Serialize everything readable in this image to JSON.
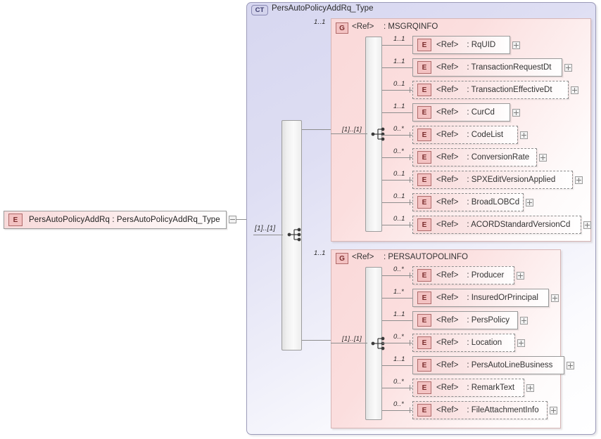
{
  "diagram": {
    "kind": "xsd-schema-diagram",
    "root_element": {
      "badge": "E",
      "label": "PersAutoPolicyAddRq : PersAutoPolicyAddRq_Type",
      "expander": "minus-expander-icon",
      "occurrence": "[1]..[1]"
    },
    "complex_type": {
      "badge": "CT",
      "title": "PersAutoPolicyAddRq_Type",
      "compositor": "sequence-icon"
    },
    "groups": [
      {
        "badge": "G",
        "ref": "<Ref>",
        "name": ": MSGRQINFO",
        "occurrence": "1..1",
        "inner_occurrence": "[1]..[1]",
        "compositor": "sequence-icon",
        "children": [
          {
            "badge": "E",
            "ref": "<Ref>",
            "name": ": RqUID",
            "occurrence": "1..1",
            "optional": false,
            "expander": "plus-expander-icon"
          },
          {
            "badge": "E",
            "ref": "<Ref>",
            "name": ": TransactionRequestDt",
            "occurrence": "1..1",
            "optional": false,
            "expander": "plus-expander-icon"
          },
          {
            "badge": "E",
            "ref": "<Ref>",
            "name": ": TransactionEffectiveDt",
            "occurrence": "0..1",
            "optional": true,
            "expander": "plus-expander-icon"
          },
          {
            "badge": "E",
            "ref": "<Ref>",
            "name": ": CurCd",
            "occurrence": "1..1",
            "optional": false,
            "expander": "plus-expander-icon"
          },
          {
            "badge": "E",
            "ref": "<Ref>",
            "name": ": CodeList",
            "occurrence": "0..*",
            "optional": true,
            "expander": "plus-expander-icon"
          },
          {
            "badge": "E",
            "ref": "<Ref>",
            "name": ": ConversionRate",
            "occurrence": "0..*",
            "optional": true,
            "expander": "plus-expander-icon"
          },
          {
            "badge": "E",
            "ref": "<Ref>",
            "name": ": SPXEditVersionApplied",
            "occurrence": "0..1",
            "optional": true,
            "expander": "plus-expander-icon"
          },
          {
            "badge": "E",
            "ref": "<Ref>",
            "name": ": BroadLOBCd",
            "occurrence": "0..1",
            "optional": true,
            "expander": "plus-expander-icon"
          },
          {
            "badge": "E",
            "ref": "<Ref>",
            "name": ": ACORDStandardVersionCd",
            "occurrence": "0..1",
            "optional": true,
            "expander": "plus-expander-icon"
          }
        ]
      },
      {
        "badge": "G",
        "ref": "<Ref>",
        "name": ": PERSAUTOPOLINFO",
        "occurrence": "1..1",
        "inner_occurrence": "[1]..[1]",
        "compositor": "sequence-icon",
        "children": [
          {
            "badge": "E",
            "ref": "<Ref>",
            "name": ": Producer",
            "occurrence": "0..*",
            "optional": true,
            "expander": "plus-expander-icon"
          },
          {
            "badge": "E",
            "ref": "<Ref>",
            "name": ": InsuredOrPrincipal",
            "occurrence": "1..*",
            "optional": false,
            "expander": "plus-expander-icon"
          },
          {
            "badge": "E",
            "ref": "<Ref>",
            "name": ": PersPolicy",
            "occurrence": "1..1",
            "optional": false,
            "expander": "plus-expander-icon"
          },
          {
            "badge": "E",
            "ref": "<Ref>",
            "name": ": Location",
            "occurrence": "0..*",
            "optional": true,
            "expander": "plus-expander-icon"
          },
          {
            "badge": "E",
            "ref": "<Ref>",
            "name": ": PersAutoLineBusiness",
            "occurrence": "1..1",
            "optional": false,
            "expander": "plus-expander-icon"
          },
          {
            "badge": "E",
            "ref": "<Ref>",
            "name": ": RemarkText",
            "occurrence": "0..*",
            "optional": true,
            "expander": "plus-expander-icon"
          },
          {
            "badge": "E",
            "ref": "<Ref>",
            "name": ": FileAttachmentInfo",
            "occurrence": "0..*",
            "optional": true,
            "expander": "plus-expander-icon"
          }
        ]
      }
    ],
    "colors": {
      "element_accent": "#f3c2c2",
      "element_border": "#b06a6a",
      "group_panel": "#fad9d9",
      "complextype_panel": "#d7d7f0",
      "complextype_border": "#9b9ab8",
      "connector": "#8d8d8d"
    }
  }
}
